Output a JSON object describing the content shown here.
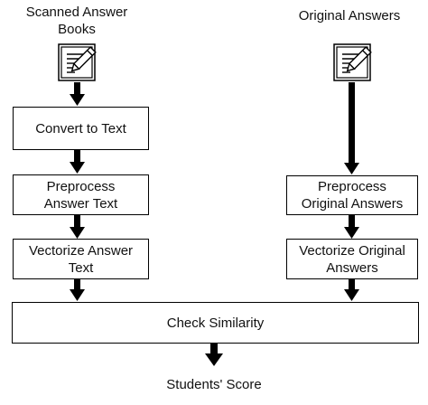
{
  "diagram": {
    "left_source": {
      "label": "Scanned Answer\nBooks",
      "icon": "document-pencil-icon"
    },
    "right_source": {
      "label": "Original Answers",
      "icon": "document-pencil-icon"
    },
    "left_steps": [
      "Convert to Text",
      "Preprocess\nAnswer Text",
      "Vectorize Answer\nText"
    ],
    "right_steps": [
      "Preprocess\nOriginal Answers",
      "Vectorize Original\nAnswers"
    ],
    "merge_step": "Check Similarity",
    "output": "Students' Score",
    "colors": {
      "stroke": "#000000",
      "background": "#ffffff"
    }
  }
}
